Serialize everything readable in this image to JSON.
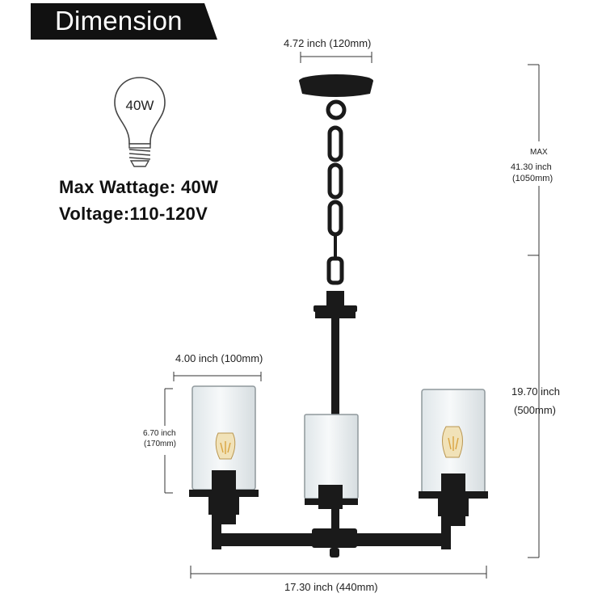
{
  "title": "Dimension",
  "bulb": {
    "label": "40W"
  },
  "specs": {
    "max_wattage": "Max Wattage: 40W",
    "voltage": "Voltage:110-120V"
  },
  "dimensions": {
    "canopy_width": "4.72 inch (120mm)",
    "max_height_label": "MAX",
    "max_height_inch": "41.30 inch",
    "max_height_mm": "(1050mm)",
    "shade_width": "4.00 inch (100mm)",
    "shade_height_inch": "6.70 inch",
    "shade_height_mm": "(170mm)",
    "fixture_height_inch": "19.70 inch",
    "fixture_height_mm": "(500mm)",
    "overall_width": "17.30 inch (440mm)"
  },
  "colors": {
    "metal": "#1a1a1a",
    "glass_fill": "#eef2f4",
    "glass_edge": "#9aa3a8",
    "tag_bg": "#111111",
    "filament": "#d9a441"
  }
}
